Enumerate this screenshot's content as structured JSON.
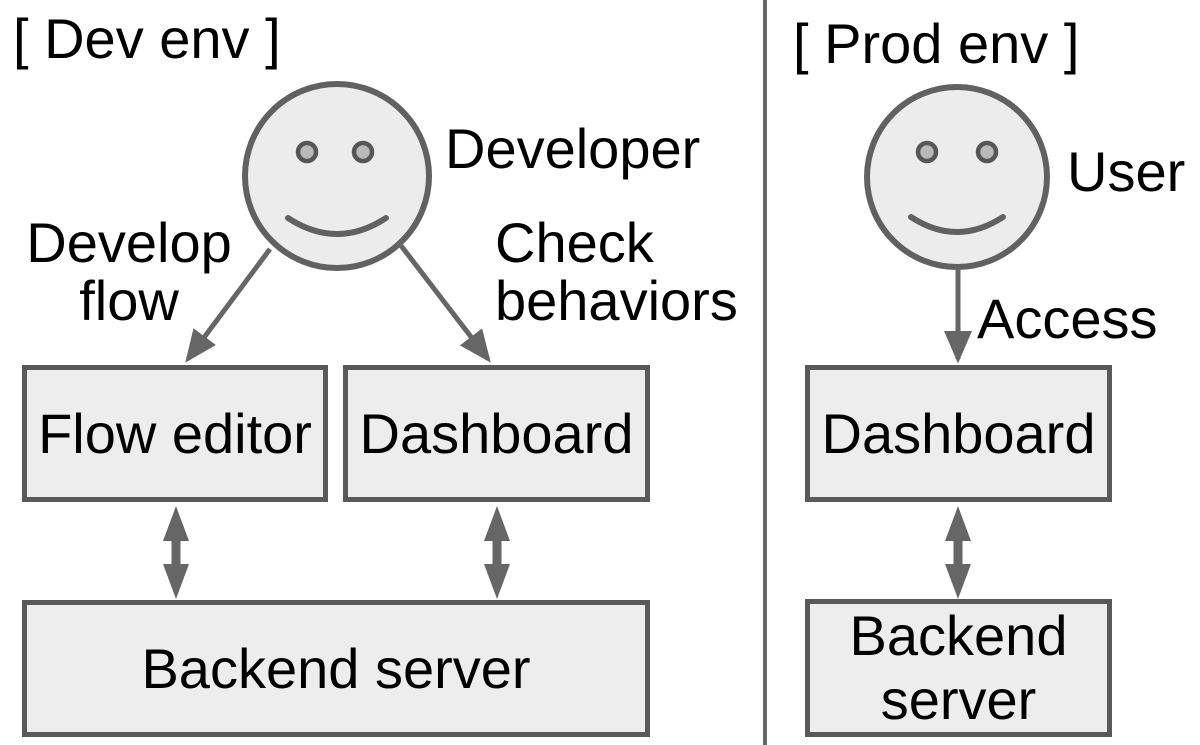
{
  "diagram": {
    "dev": {
      "title": "[ Dev env ]",
      "actor_label": "Developer",
      "actor_icon": "smiley-face",
      "edge_develop_label": "Develop flow",
      "edge_check_label": "Check behaviors",
      "nodes": {
        "flow_editor": "Flow editor",
        "dashboard": "Dashboard",
        "backend": "Backend server"
      }
    },
    "prod": {
      "title": "[ Prod env ]",
      "actor_label": "User",
      "actor_icon": "smiley-face",
      "edge_access_label": "Access",
      "nodes": {
        "dashboard": "Dashboard",
        "backend": "Backend server"
      }
    },
    "colors": {
      "node_border": "#595959",
      "node_fill": "#ededed",
      "arrow": "#666666",
      "face_stroke": "#616161",
      "face_fill": "#ececec",
      "eye_fill": "#b9b9b9",
      "text": "#000000",
      "background": "#ffffff"
    }
  }
}
